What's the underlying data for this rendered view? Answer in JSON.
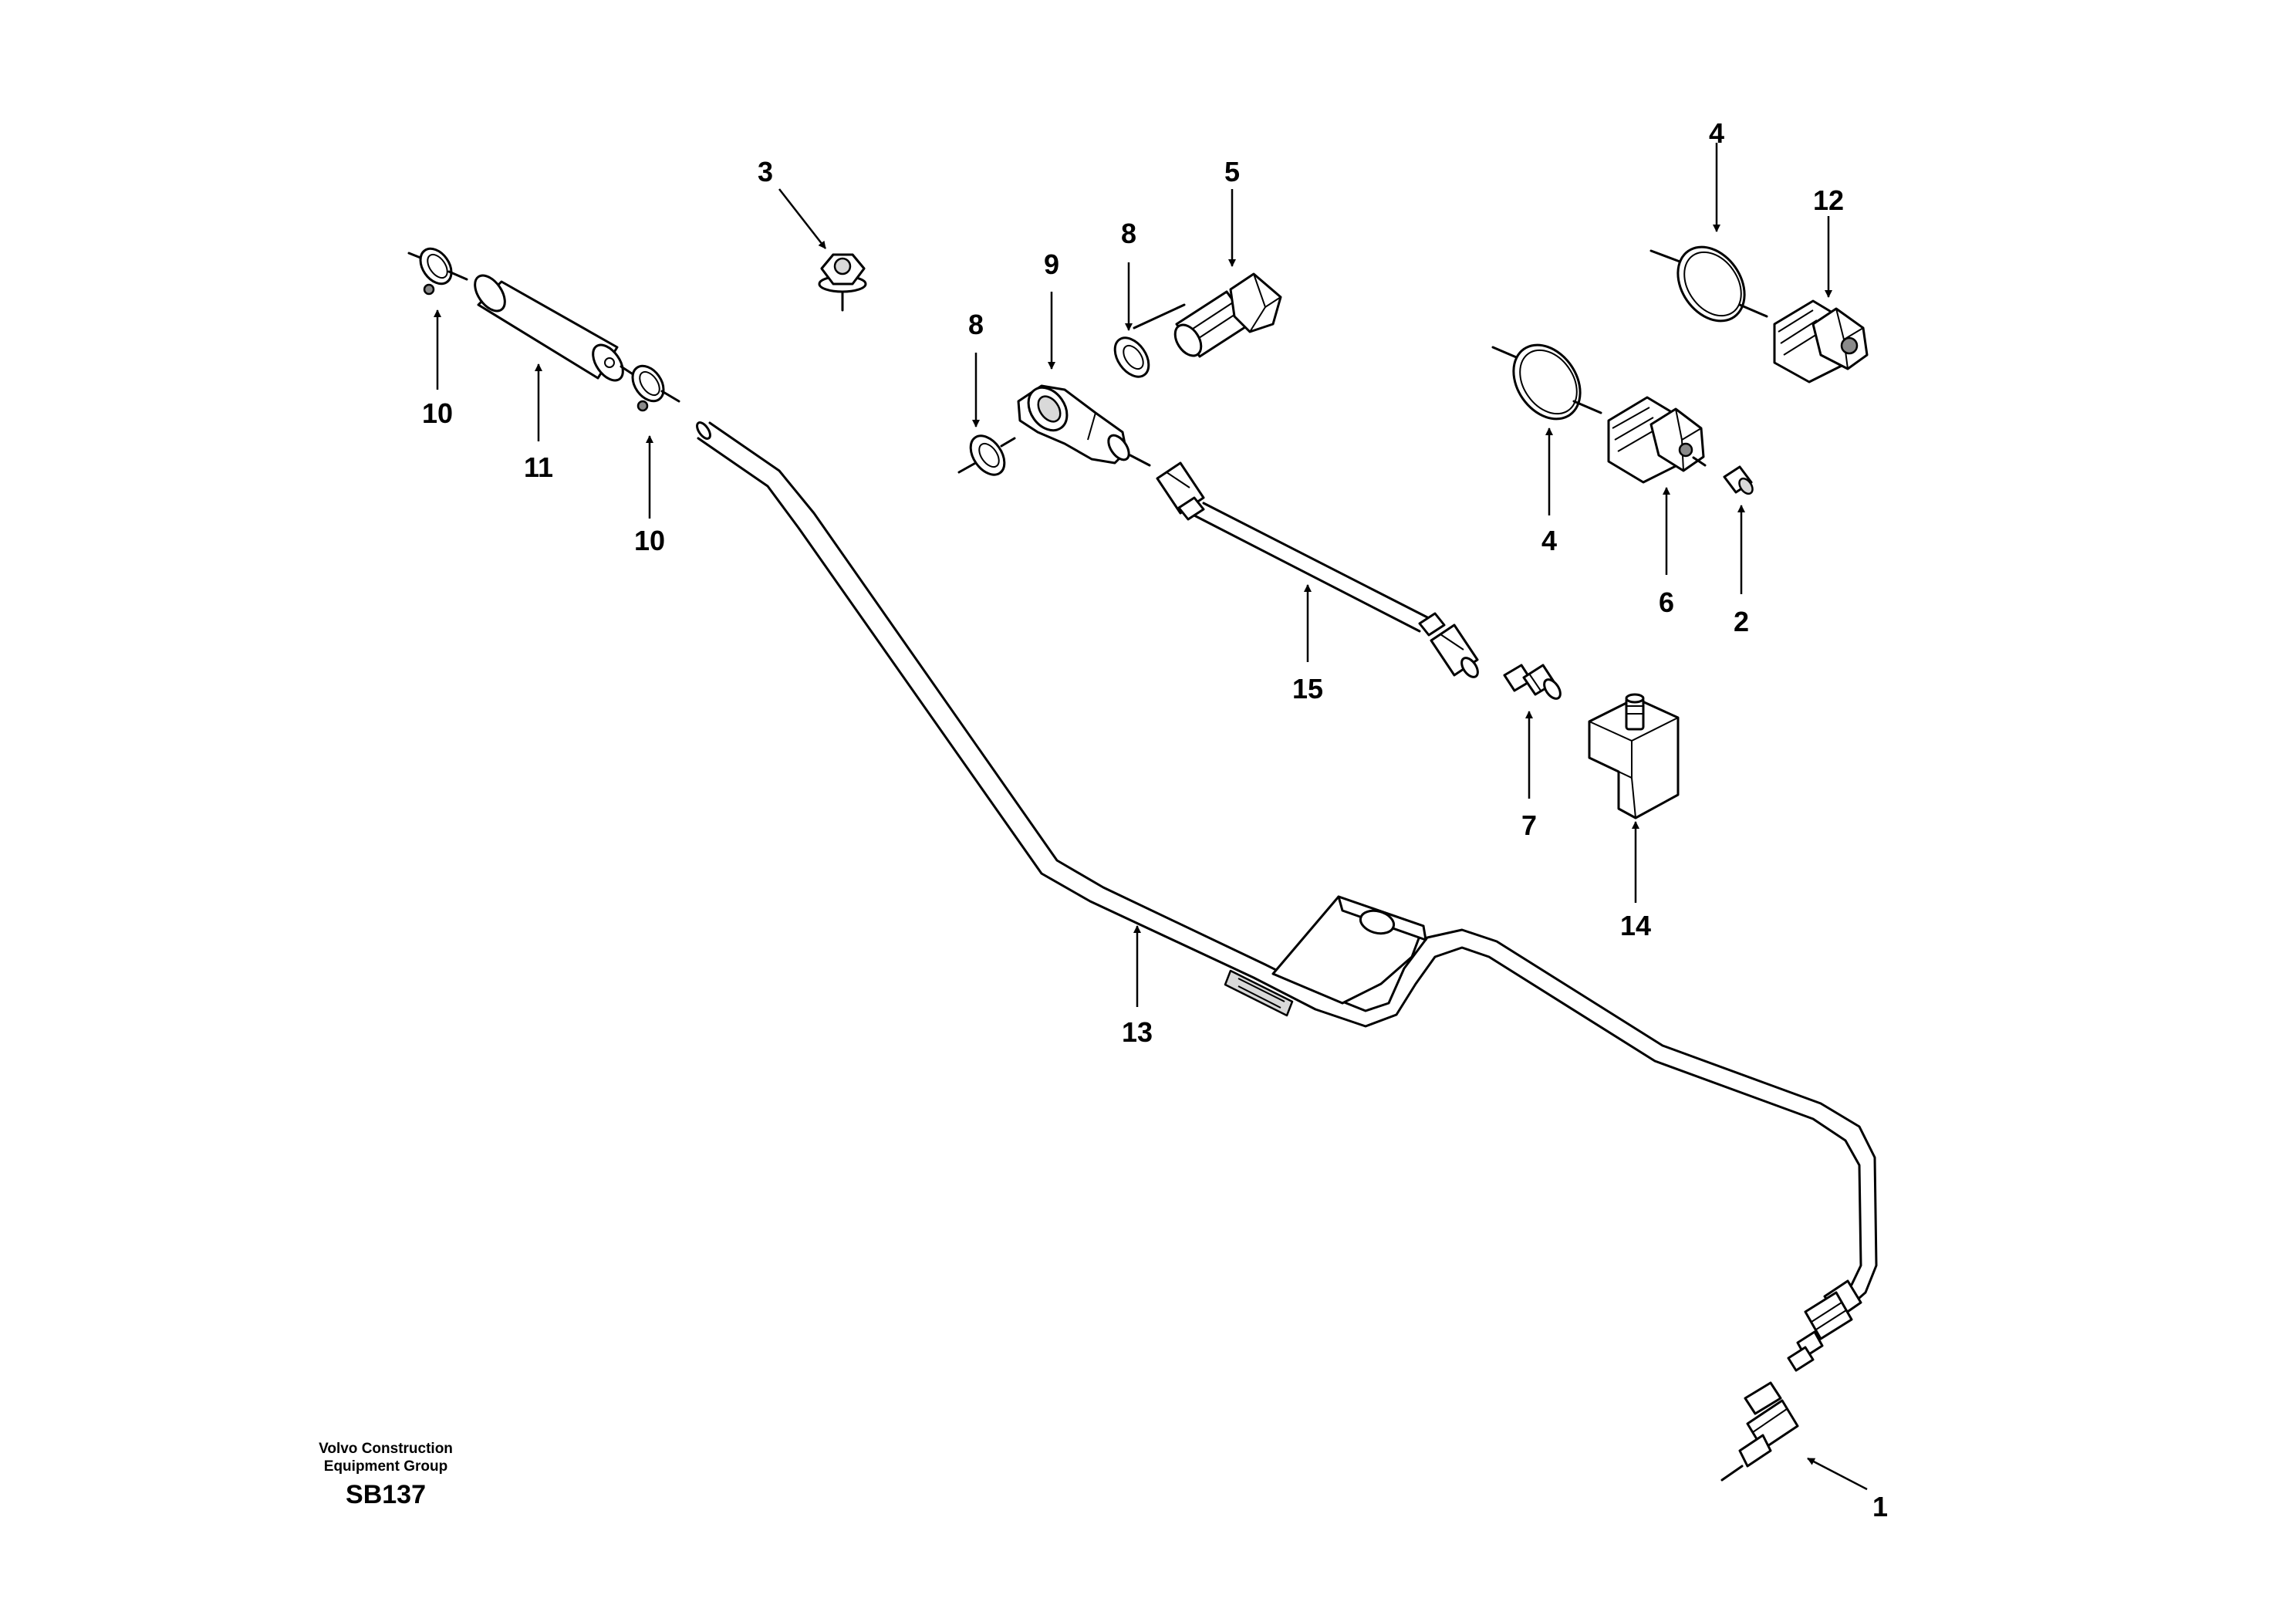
{
  "diagram": {
    "callouts": {
      "c1": "1",
      "c2": "2",
      "c3": "3",
      "c4a": "4",
      "c4b": "4",
      "c5": "5",
      "c6": "6",
      "c7": "7",
      "c8a": "8",
      "c8b": "8",
      "c9": "9",
      "c10a": "10",
      "c10b": "10",
      "c11": "11",
      "c12": "12",
      "c13": "13",
      "c14": "14",
      "c15": "15"
    }
  },
  "footer": {
    "line1": "Volvo Construction",
    "line2": "Equipment Group",
    "code": "SB137"
  }
}
